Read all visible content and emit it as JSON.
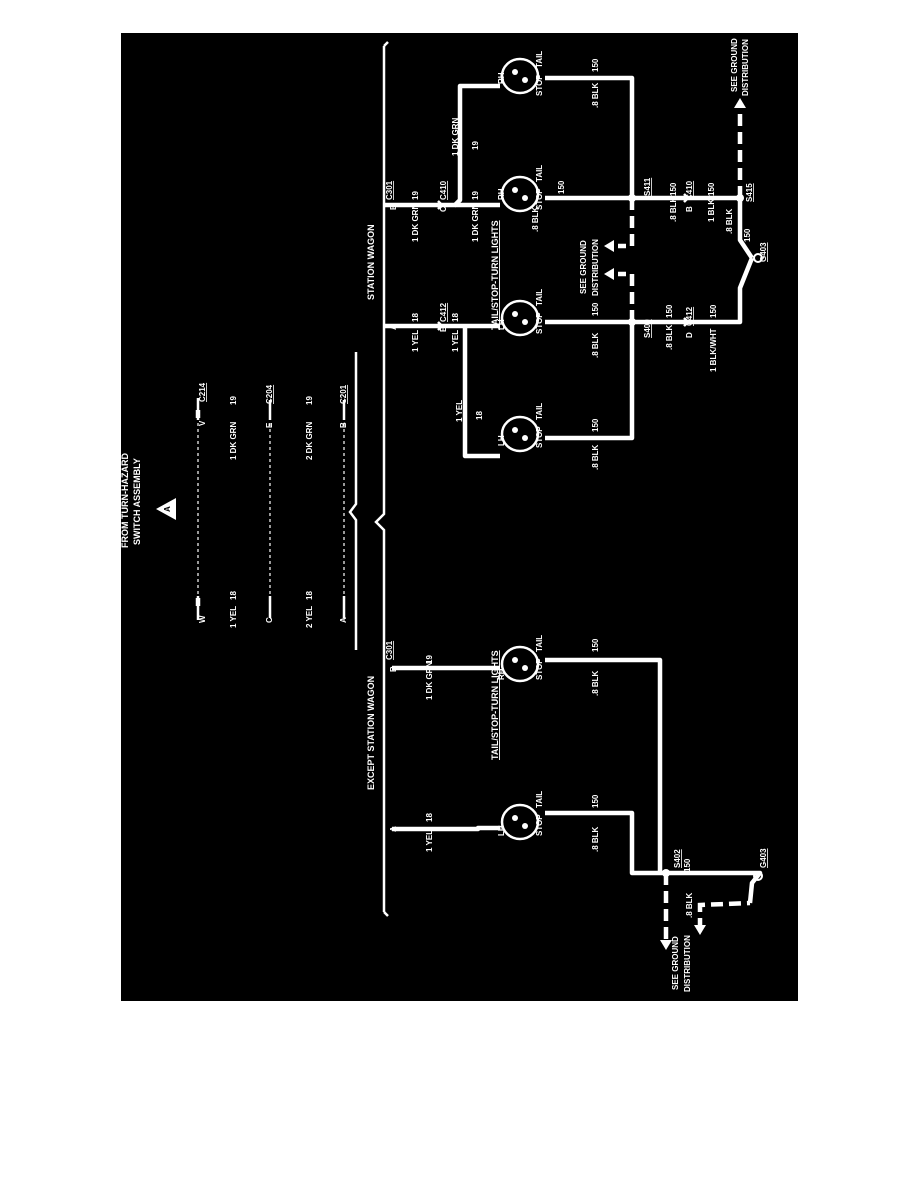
{
  "source": {
    "title_l1": "FROM TURN-HAZARD",
    "title_l2": "SWITCH ASSEMBLY",
    "badge": "A"
  },
  "sections": {
    "except": "EXCEPT STATION WAGON",
    "wagon": "STATION WAGON"
  },
  "lights_label": "TAIL/STOP-TURN LIGHTS",
  "ground_text": {
    "l1": "SEE GROUND",
    "l2": "DISTRIBUTION"
  },
  "lamp": {
    "lh": "LH",
    "rh": "RH",
    "stop": "STOP",
    "tail": "TAIL"
  },
  "connectors": {
    "c214": "C214",
    "c204": "C204",
    "c201": "C201",
    "c301": "C301",
    "c412": "C412",
    "c410": "C410"
  },
  "splices": {
    "s402": "S402",
    "s409": "S409",
    "s411": "S411",
    "s415": "S415"
  },
  "grounds": {
    "g403": "G403"
  },
  "pins": {
    "a": "A",
    "b": "B",
    "c": "C",
    "d": "D",
    "e": "E",
    "v": "V",
    "w": "W"
  },
  "wires": {
    "yel1": "1 YEL",
    "yel2": "2 YEL",
    "grn1": "1 DK GRN",
    "grn2": "2 DK GRN",
    "blk08": ".8 BLK",
    "blk1": "1 BLK",
    "blkwht": "1 BLK/WHT",
    "c18": "18",
    "c19": "19",
    "c150": "150"
  },
  "colors": {
    "background": "#000000",
    "wire": "#ffffff",
    "page": "#ffffff"
  }
}
